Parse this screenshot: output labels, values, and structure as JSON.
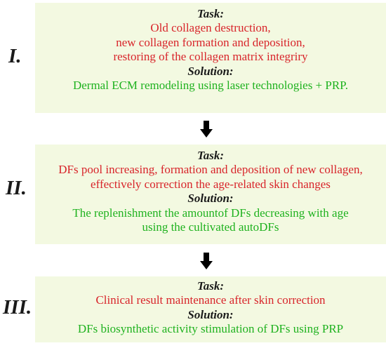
{
  "stages": [
    {
      "label": "I.",
      "task_heading": "Task:",
      "task_lines": [
        "Old collagen destruction,",
        "new collagen formation and deposition,",
        "restoring of the collagen matrix integriry"
      ],
      "solution_heading": "Solution:",
      "solution_lines": [
        "Dermal ECM remodeling using laser technologies + PRP."
      ]
    },
    {
      "label": "II.",
      "task_heading": "Task:",
      "task_lines": [
        "DFs pool increasing, formation and  deposition of new collagen,",
        "effectively correction the age-related skin changes"
      ],
      "solution_heading": "Solution:",
      "solution_lines": [
        "The replenishment the amountof DFs decreasing with age",
        "using the cultivated autoDFs"
      ]
    },
    {
      "label": "III.",
      "task_heading": "Task:",
      "task_lines": [
        "Clinical result maintenance after skin correction"
      ],
      "solution_heading": "Solution:",
      "solution_lines": [
        "DFs biosynthetic  activity stimulation of DFs using PRP"
      ]
    }
  ],
  "colors": {
    "box_fill": "#f3f9e1",
    "task_text": "#d8242a",
    "solution_text": "#1fb21f",
    "heading_text": "#1a1a1a"
  }
}
